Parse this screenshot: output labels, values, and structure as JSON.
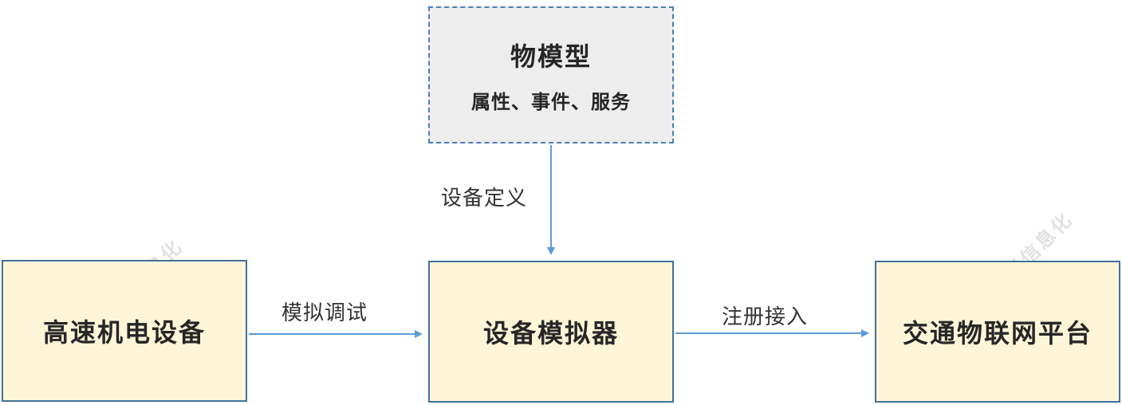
{
  "diagram": {
    "model": {
      "title": "物模型",
      "subtitle": "属性、事件、服务"
    },
    "nodes": {
      "highway_equipment": "高速机电设备",
      "device_simulator": "设备模拟器",
      "iot_platform": "交通物联网平台"
    },
    "edges": {
      "device_definition": "设备定义",
      "simulation_debug": "模拟调试",
      "register_access": "注册接入"
    },
    "watermark": "中国交通信息化",
    "colors": {
      "node_fill": "#fdf5d8",
      "node_border": "#41719c",
      "model_fill": "#ededed",
      "model_border": "#4a7ebb",
      "arrow": "#5b9bd5",
      "watermark": "#d8d8d8",
      "text": "#262626"
    }
  }
}
